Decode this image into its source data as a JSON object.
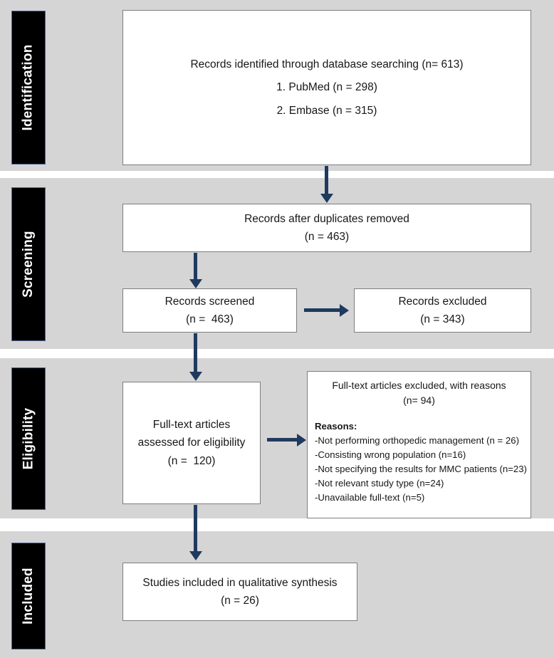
{
  "figure": {
    "type": "prisma-flow-diagram",
    "colors": {
      "band_background": "#d6d5d5",
      "page_background": "#ffffff",
      "stage_label_fill": "#000000",
      "stage_label_border": "#4a6491",
      "stage_label_text": "#ffffff",
      "box_fill": "#ffffff",
      "box_border": "#7d7d7d",
      "arrow": "#1f3a5f"
    }
  },
  "stages": [
    {
      "id": "identification",
      "label": "Identification"
    },
    {
      "id": "screening",
      "label": "Screening"
    },
    {
      "id": "eligibility",
      "label": "Eligibility"
    },
    {
      "id": "included",
      "label": "Included"
    }
  ],
  "boxes": {
    "identified": {
      "line1": "Records identified through database searching (n= 613)",
      "line2": "1. PubMed (n = 298)",
      "line3": "2. Embase (n = 315)"
    },
    "duplicates_removed": {
      "line1": "Records after duplicates removed",
      "line2": "(n = 463)"
    },
    "records_screened": {
      "line1": "Records screened",
      "line2": "(n =  463)"
    },
    "records_excluded": {
      "line1": "Records excluded",
      "line2": "(n = 343)"
    },
    "fulltext_assessed": {
      "line1": "Full-text articles",
      "line2": "assessed for eligibility",
      "line3": "(n =  120)"
    },
    "fulltext_excluded": {
      "header1": "Full-text articles excluded, with reasons",
      "header2": "(n= 94)",
      "reasons_title": "Reasons:",
      "reasons": [
        "-Not performing orthopedic management (n = 26)",
        "-Consisting wrong population (n=16)",
        "-Not specifying the results for MMC patients (n=23)",
        "-Not relevant study type (n=24)",
        "-Unavailable full-text (n=5)"
      ]
    },
    "studies_included": {
      "line1": "Studies included in qualitative synthesis",
      "line2": "(n = 26)"
    }
  },
  "chart_data": {
    "type": "diagram",
    "title": "PRISMA flow diagram",
    "nodes": [
      {
        "id": "identified",
        "stage": "Identification",
        "label": "Records identified through database searching",
        "n": 613,
        "sources": [
          {
            "name": "PubMed",
            "n": 298
          },
          {
            "name": "Embase",
            "n": 315
          }
        ]
      },
      {
        "id": "duplicates_removed",
        "stage": "Screening",
        "label": "Records after duplicates removed",
        "n": 463
      },
      {
        "id": "records_screened",
        "stage": "Screening",
        "label": "Records screened",
        "n": 463
      },
      {
        "id": "records_excluded",
        "stage": "Screening",
        "label": "Records excluded",
        "n": 343
      },
      {
        "id": "fulltext_assessed",
        "stage": "Eligibility",
        "label": "Full-text articles assessed for eligibility",
        "n": 120
      },
      {
        "id": "fulltext_excluded",
        "stage": "Eligibility",
        "label": "Full-text articles excluded, with reasons",
        "n": 94,
        "reasons": [
          {
            "label": "Not performing orthopedic management",
            "n": 26
          },
          {
            "label": "Consisting wrong population",
            "n": 16
          },
          {
            "label": "Not specifying the results for MMC patients",
            "n": 23
          },
          {
            "label": "Not relevant study type",
            "n": 24
          },
          {
            "label": "Unavailable full-text",
            "n": 5
          }
        ]
      },
      {
        "id": "studies_included",
        "stage": "Included",
        "label": "Studies included in qualitative synthesis",
        "n": 26
      }
    ],
    "edges": [
      {
        "from": "identified",
        "to": "duplicates_removed",
        "direction": "down"
      },
      {
        "from": "duplicates_removed",
        "to": "records_screened",
        "direction": "down"
      },
      {
        "from": "records_screened",
        "to": "records_excluded",
        "direction": "right"
      },
      {
        "from": "records_screened",
        "to": "fulltext_assessed",
        "direction": "down"
      },
      {
        "from": "fulltext_assessed",
        "to": "fulltext_excluded",
        "direction": "right"
      },
      {
        "from": "fulltext_assessed",
        "to": "studies_included",
        "direction": "down"
      }
    ]
  }
}
